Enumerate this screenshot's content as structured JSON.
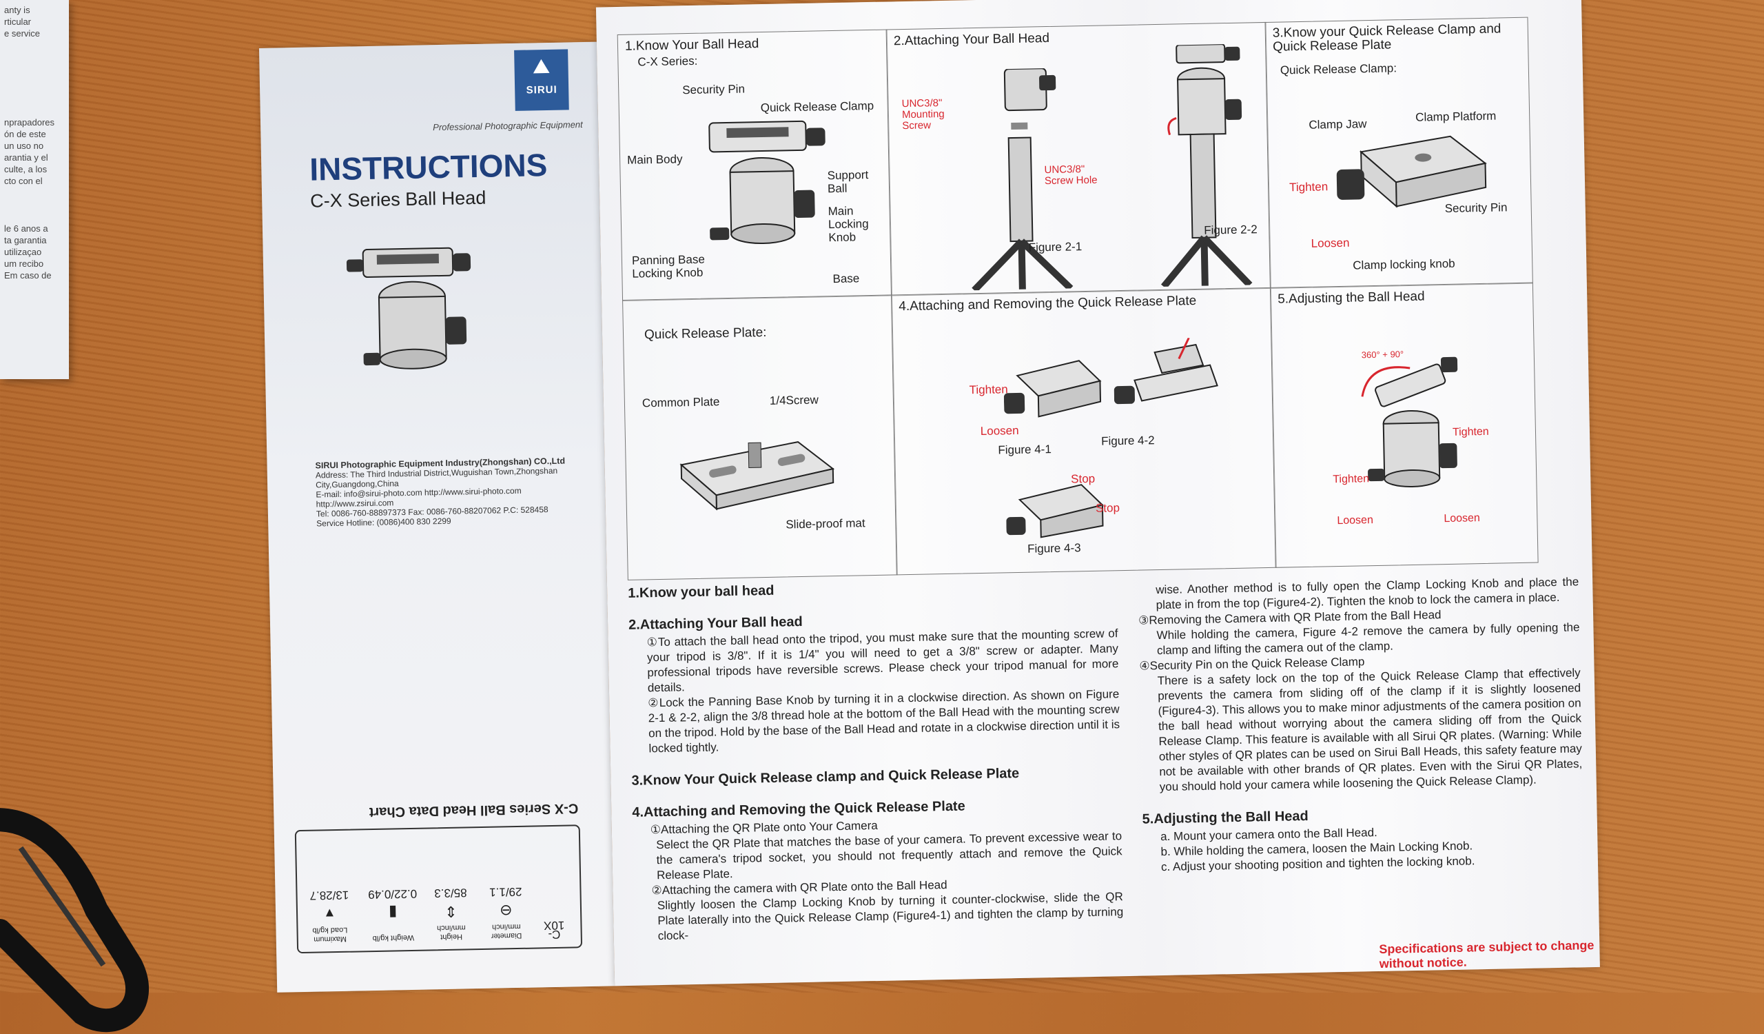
{
  "left_pamphlet": {
    "lines_top": [
      "anty is",
      "rticular",
      "e service"
    ],
    "lines_mid": [
      "nprapadores",
      "ón de este",
      "un uso no",
      "arantia y el",
      "culte, a los",
      "cto con el"
    ],
    "lines_bot": [
      "le 6 anos a",
      "ta garantia",
      "utilizaçao",
      "um recibo",
      "Em caso de"
    ]
  },
  "cover": {
    "logo_text": "SIRUI",
    "tagline": "Professional Photographic Equipment",
    "title": "INSTRUCTIONS",
    "subtitle": "C-X Series Ball Head",
    "company_name": "SIRUI Photographic Equipment Industry(Zhongshan) CO.,Ltd",
    "company_lines": [
      "Address: The Third Industrial District,Wuguishan Town,Zhongshan City,Guangdong,China",
      "E-mail: info@sirui-photo.com   http://www.sirui-photo.com  http://www.zsirui.com",
      "Tel: 0086-760-88897373   Fax: 0086-760-88207062   P.C: 528458",
      "Service Hotline: (0086)400 830 2299"
    ],
    "chart": {
      "title": "C-X Series Ball Head Data Chart",
      "headers": [
        "Diameter mm/inch",
        "Height mm/inch",
        "Weight kg/lb",
        "Maximum Load kg/lb"
      ],
      "row": [
        "C-10X",
        "29/1.1",
        "85/3.3",
        "0.22/0.49",
        "13/28.7"
      ]
    }
  },
  "panels": {
    "p1": {
      "title": "1.Know Your Ball Head",
      "sub": "C-X Series:",
      "labels": {
        "security_pin": "Security Pin",
        "qr_clamp": "Quick Release Clamp",
        "main_body": "Main Body",
        "support_ball": "Support Ball",
        "main_locking_knob": "Main Locking Knob",
        "panning_base": "Panning Base Locking Knob",
        "base": "Base"
      }
    },
    "p2": {
      "title": "2.Attaching Your Ball Head",
      "labels": {
        "mounting_screw": "UNC3/8\" Mounting Screw",
        "screw_hole": "UNC3/8\" Screw Hole",
        "fig21": "Figure 2-1",
        "fig22": "Figure 2-2"
      }
    },
    "p3": {
      "title": "3.Know your Quick Release Clamp and Quick Release Plate",
      "sub": "Quick Release Clamp:",
      "labels": {
        "clamp_jaw": "Clamp Jaw",
        "clamp_platform": "Clamp Platform",
        "tighten": "Tighten",
        "loosen": "Loosen",
        "security_pin": "Security Pin",
        "clamp_locking_knob": "Clamp locking knob"
      }
    },
    "p4": {
      "title": "Quick Release Plate:",
      "labels": {
        "common_plate": "Common Plate",
        "screw": "1/4Screw",
        "slide_proof": "Slide-proof mat"
      }
    },
    "p5": {
      "title": "4.Attaching and Removing the Quick Release Plate",
      "labels": {
        "tighten": "Tighten",
        "loosen": "Loosen",
        "fig41": "Figure 4-1",
        "fig42": "Figure 4-2",
        "stop1": "Stop",
        "stop2": "Stop",
        "fig43": "Figure 4-3"
      }
    },
    "p6": {
      "title": "5.Adjusting the Ball Head",
      "labels": {
        "angle": "360° + 90°",
        "tighten1": "Tighten",
        "tighten2": "Tighten",
        "loosen1": "Loosen",
        "loosen2": "Loosen"
      }
    }
  },
  "text_left": {
    "s1_h": "1.Know your ball head",
    "s2_h": "2.Attaching Your Ball head",
    "s2_p1": "①To attach the ball head onto the tripod, you must make sure that the mounting screw of your tripod is 3/8\". If it is 1/4\" you will need to get a 3/8\" screw or adapter. Many professional tripods have reversible screws. Please check your tripod manual for more details.",
    "s2_p2": "②Lock the Panning Base Knob by turning it in a clockwise direction. As shown on Figure 2-1 & 2-2, align the 3/8 thread hole at the bottom of the Ball Head with the mounting screw on the tripod.  Hold by the base of the Ball Head and rotate in a clockwise direction until it is locked tightly.",
    "s3_h": "3.Know Your Quick Release clamp and Quick Release Plate",
    "s4_h": "4.Attaching and Removing the Quick Release Plate",
    "s4_p1h": "①Attaching the QR Plate onto Your Camera",
    "s4_p1": "Select the QR Plate that matches the base of your camera. To prevent excessive wear to the camera's tripod socket, you should not frequently attach and remove the Quick Release Plate.",
    "s4_p2h": "②Attaching the camera with QR Plate onto the Ball Head",
    "s4_p2": "Slightly loosen the Clamp Locking Knob by turning it counter-clockwise, slide the QR Plate laterally into the Quick Release Clamp (Figure4-1) and tighten the clamp by turning clock-"
  },
  "text_right": {
    "cont": "wise. Another method is to fully open the Clamp Locking Knob and place the plate in from the top (Figure4-2). Tighten the knob to lock the camera in place.",
    "p3h": "③Removing the Camera with QR Plate from the Ball Head",
    "p3": "While holding the camera, Figure 4-2 remove the camera by fully opening the clamp and lifting the camera out of the clamp.",
    "p4h": "④Security Pin on the Quick Release Clamp",
    "p4": "There is a safety lock on the top of the Quick Release Clamp that effectively prevents the camera from sliding off of the clamp if it is slightly loosened (Figure4-3). This allows you to make minor adjustments of the camera position on the ball head without worrying about the camera sliding off from the Quick Release Clamp. This feature is available with all Sirui QR plates. (Warning: While other styles of QR plates can be used on Sirui Ball Heads, this safety feature may not be available with other brands of QR plates. Even with the Sirui QR Plates, you should hold your camera while loosening the Quick Release Clamp).",
    "s5_h": "5.Adjusting the Ball Head",
    "s5_a": "a. Mount your camera onto the Ball Head.",
    "s5_b": "b. While holding the camera, loosen the Main Locking Knob.",
    "s5_c": "c. Adjust your shooting position and tighten the locking knob."
  },
  "notice": "Specifications are subject to change without notice.",
  "colors": {
    "brand_blue": "#2d5b9a",
    "accent_red": "#d8262e",
    "wood": "#c27735"
  }
}
